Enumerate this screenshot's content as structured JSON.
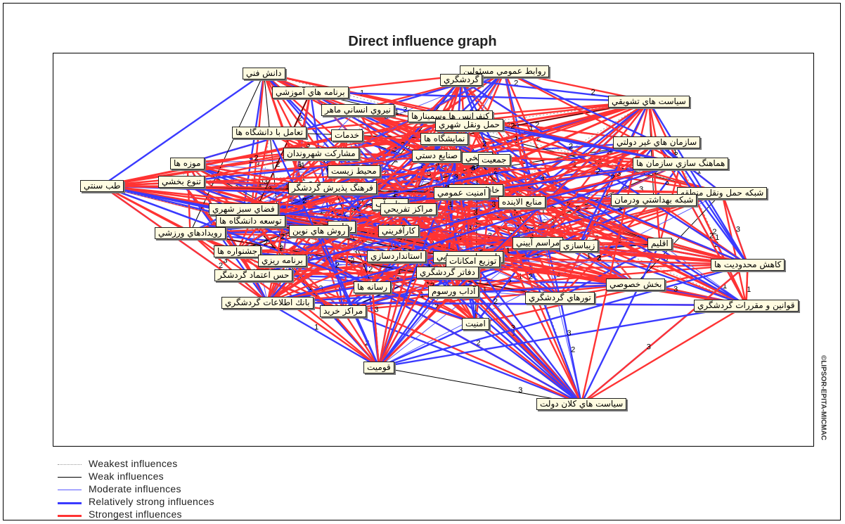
{
  "title": "Direct influence graph",
  "watermark": "©LIPSOR-EPITA-MICMAC",
  "nodes": [
    "روابط عمومي مسئولين",
    "دانش فني",
    "گردشگري",
    "برنامه هاي آموزشي",
    "سياست هاي تشويقي",
    "نيروي انساني ماهر",
    "كنفرانس ها وسمينارها",
    "حمل ونقل شهري",
    "تعامل با دانشگاه ها",
    "خدمات",
    "نمايشگاه ها",
    "سازمان هاي غير دولتي",
    "مشاركت شهروندان",
    "صنايع دستي",
    "تاريخي",
    "جمعيت",
    "هماهنگ سازي سازمان ها",
    "موزه ها",
    "محيط زيست",
    "تنوع بخشي",
    "طب سنتي",
    "فرهنگ پذيرش گردشگر",
    "خاطره جمعي",
    "امنيت عمومي",
    "شبكه حمل ونقل منطقه",
    "شبكه بهداشتي ودرمان",
    "منابع الاينده",
    "منابع آب",
    "مراكز تفريحي",
    "فضاي سبز شهري",
    "توسعه دانشگاه ها",
    "كارآفريني",
    "رقابت",
    "روش هاي نوين",
    "رويدادهاي ورزشي",
    "مراسم آييني",
    "تاسيسات زيربنايي",
    "زيباسازي",
    "اقليم",
    "جشنواره ها",
    "استانداردسازي",
    "برنامه ريزي",
    "توزيع امكانات",
    "دفاتر گردشگري",
    "كاهش محدوديت ها",
    "حس اعتماد گردشگر",
    "رسانه ها",
    "آداب ورسوم",
    "بخش خصوصي",
    "تورهاي گردشگري",
    "بانك اطلاعات گردشگري",
    "مراكز خريد",
    "قوانين و مقررات گردشگري",
    "امنيت",
    "قوميت",
    "سياست هاي كلان دولت"
  ],
  "edge_labels": [
    "1",
    "2",
    "3"
  ],
  "legend": [
    {
      "label": "Weakest influences",
      "color": "#9a9a9a",
      "style": "dotted",
      "width": 1
    },
    {
      "label": "Weak influences",
      "color": "#000000",
      "style": "solid",
      "width": 1
    },
    {
      "label": "Moderate influences",
      "color": "#5a5aff",
      "style": "solid",
      "width": 1
    },
    {
      "label": "Relatively strong influences",
      "color": "#3a3aff",
      "style": "solid",
      "width": 3
    },
    {
      "label": "Strongest influences",
      "color": "#ff3333",
      "style": "solid",
      "width": 3
    }
  ]
}
